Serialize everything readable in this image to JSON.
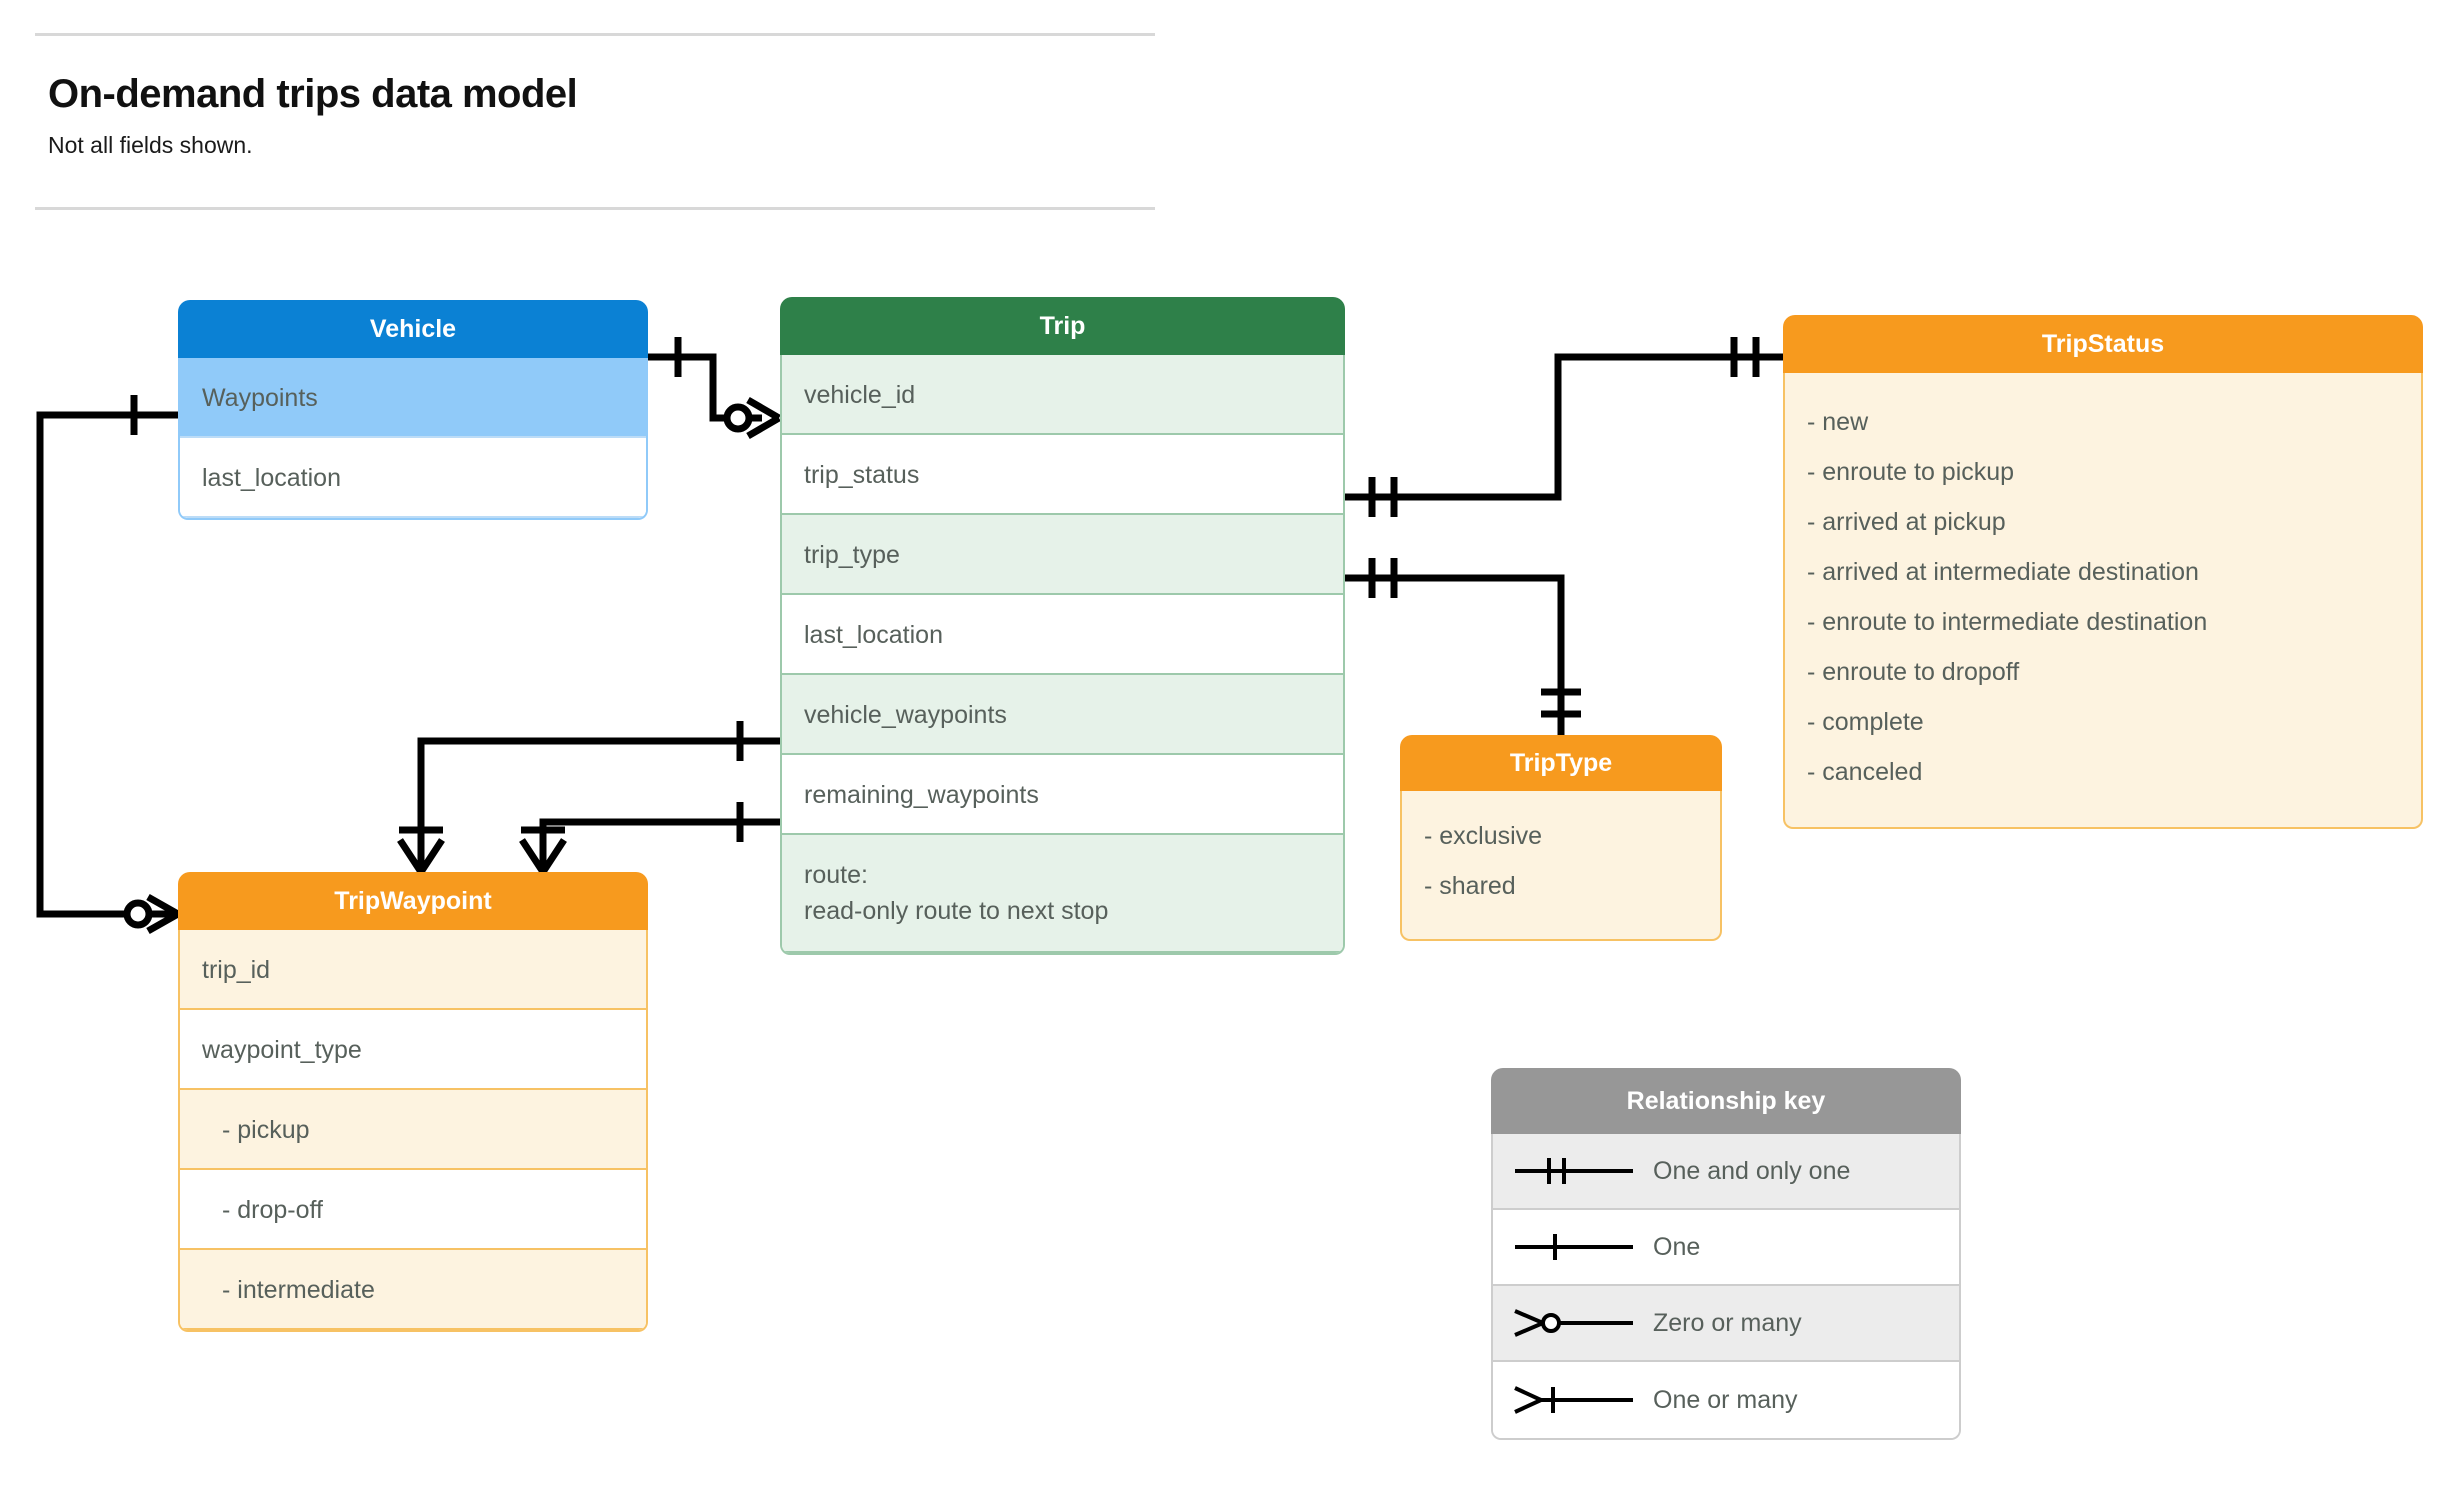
{
  "header": {
    "title": "On-demand trips data model",
    "subtitle": "Not all fields shown."
  },
  "entities": {
    "vehicle": {
      "name": "Vehicle",
      "header_color": "#0b81d4",
      "rows": [
        {
          "label": "Waypoints"
        },
        {
          "label": "last_location"
        }
      ]
    },
    "trip": {
      "name": "Trip",
      "header_color": "#2e8049",
      "rows": [
        {
          "label": "vehicle_id"
        },
        {
          "label": "trip_status"
        },
        {
          "label": "trip_type"
        },
        {
          "label": "last_location"
        },
        {
          "label": "vehicle_waypoints"
        },
        {
          "label": "remaining_waypoints"
        },
        {
          "label": "route:",
          "label2": "read-only route to next stop"
        }
      ]
    },
    "tripstatus": {
      "name": "TripStatus",
      "header_color": "#f79a1e",
      "values": [
        "- new",
        "- enroute to pickup",
        "- arrived at pickup",
        "- arrived at intermediate destination",
        "- enroute to intermediate destination",
        "- enroute to dropoff",
        "- complete",
        "- canceled"
      ]
    },
    "triptype": {
      "name": "TripType",
      "header_color": "#f79a1e",
      "values": [
        "- exclusive",
        "- shared"
      ]
    },
    "tripwaypoint": {
      "name": "TripWaypoint",
      "header_color": "#f79a1e",
      "rows": [
        {
          "label": "trip_id"
        },
        {
          "label": "waypoint_type"
        },
        {
          "label": "-  pickup"
        },
        {
          "label": "-  drop-off"
        },
        {
          "label": "-  intermediate"
        }
      ]
    }
  },
  "legend": {
    "title": "Relationship key",
    "items": [
      {
        "symbol": "one-and-only-one-icon",
        "label": "One and only one"
      },
      {
        "symbol": "one-icon",
        "label": "One"
      },
      {
        "symbol": "zero-or-many-icon",
        "label": "Zero or many"
      },
      {
        "symbol": "one-or-many-icon",
        "label": "One or many"
      }
    ]
  },
  "relationships": [
    {
      "from": "Vehicle",
      "from_card": "One",
      "to": "Trip.vehicle_id",
      "to_card": "Zero or many"
    },
    {
      "from": "Vehicle.Waypoints",
      "from_card": "One",
      "to": "TripWaypoint",
      "to_card": "Zero or many"
    },
    {
      "from": "Trip.trip_status",
      "from_card": "One and only one",
      "to": "TripStatus",
      "to_card": "One and only one"
    },
    {
      "from": "Trip.trip_type",
      "from_card": "One and only one",
      "to": "TripType",
      "to_card": "One and only one"
    },
    {
      "from": "Trip.vehicle_waypoints",
      "from_card": "One",
      "to": "TripWaypoint",
      "to_card": "One or many"
    },
    {
      "from": "Trip.remaining_waypoints",
      "from_card": "One",
      "to": "TripWaypoint",
      "to_card": "One or many"
    }
  ],
  "colors": {
    "blue": "#0b81d4",
    "blue_light": "#90caf9",
    "green": "#2e8049",
    "green_light": "#e6f2e9",
    "orange": "#f79a1e",
    "orange_light": "#fdf3e0",
    "gray": "#979797",
    "gray_light": "#ececec",
    "text": "#57605b",
    "line": "#000000"
  }
}
